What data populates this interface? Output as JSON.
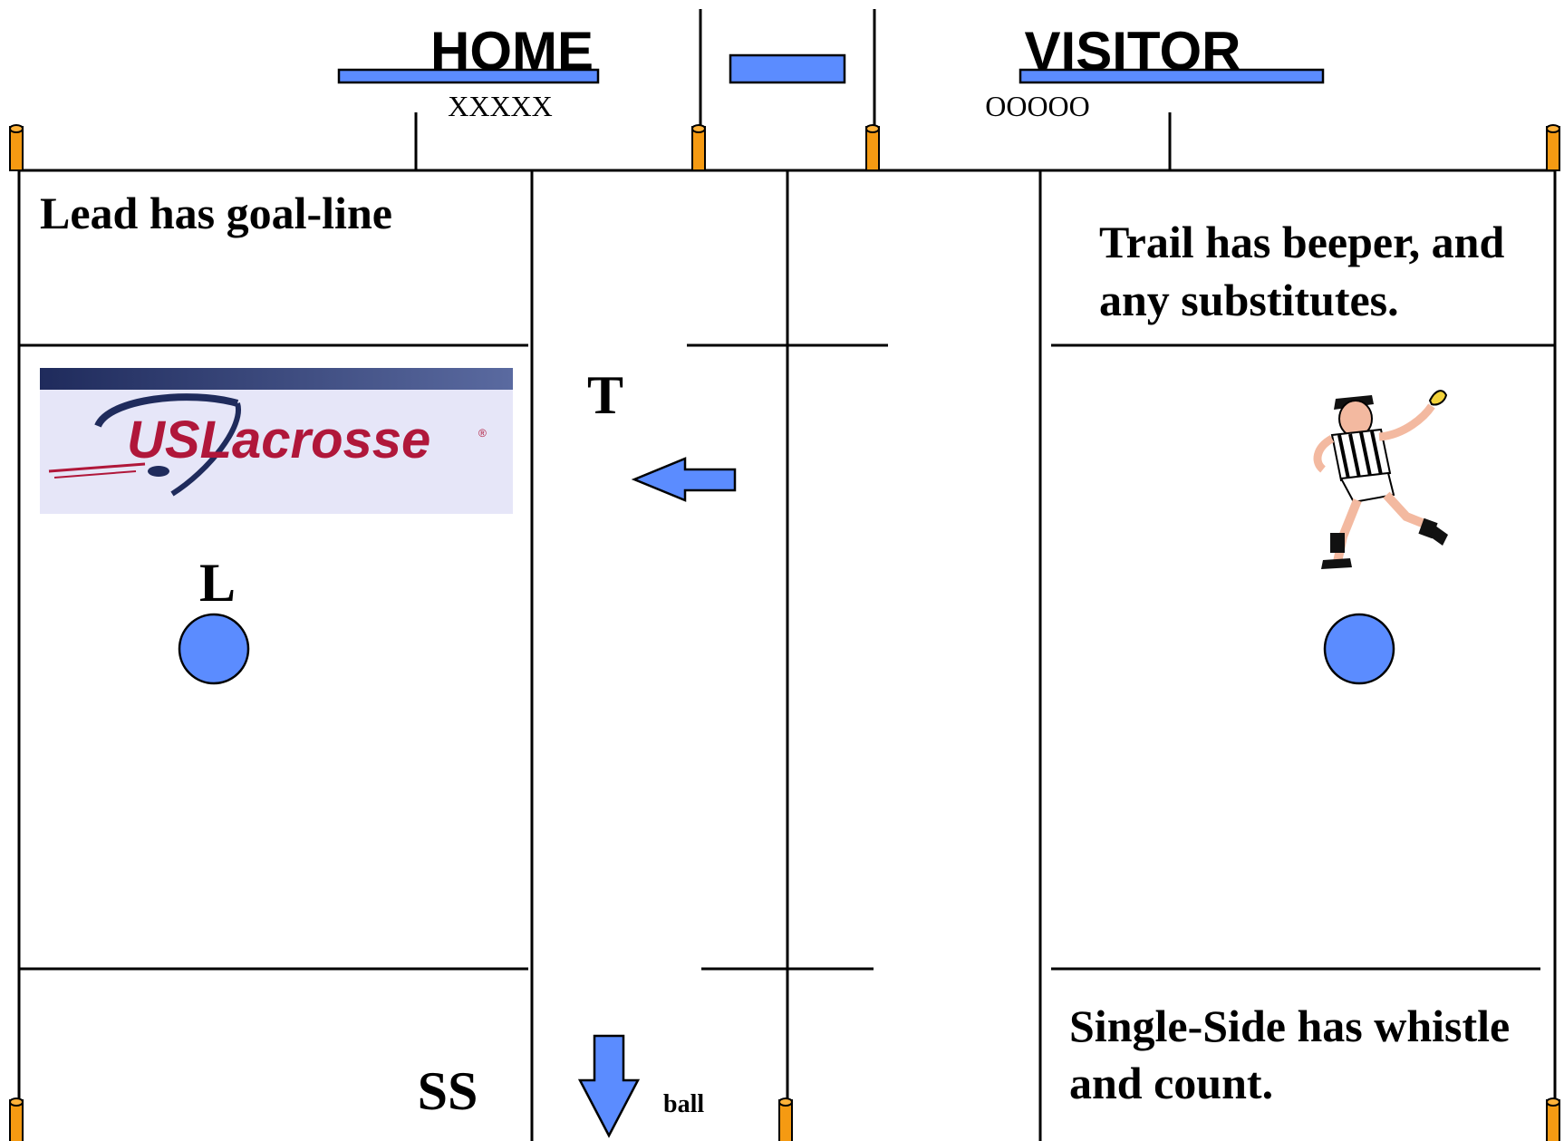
{
  "header": {
    "home_label": "HOME",
    "visitor_label": "VISITOR",
    "home_players": "XXXXX",
    "visitor_players": "OOOOO"
  },
  "notes": {
    "lead": "Lead has goal-line",
    "trail_line1": "Trail has beeper, and",
    "trail_line2": "any substitutes.",
    "single_side_line1": "Single-Side has whistle",
    "single_side_line2": "and count."
  },
  "positions": {
    "trail": "T",
    "lead": "L",
    "single_side": "SS",
    "ball_label": "ball"
  },
  "logo": {
    "text": "USLacrosse",
    "registered": "®"
  },
  "colors": {
    "accent_blue": "#5b8cff",
    "pylon_orange": "#f59a12",
    "logo_red": "#b0173a",
    "logo_navy": "#1f2b5c"
  },
  "icons": [
    "referee-icon",
    "pylon-icon",
    "arrow-left-icon",
    "arrow-down-icon"
  ]
}
